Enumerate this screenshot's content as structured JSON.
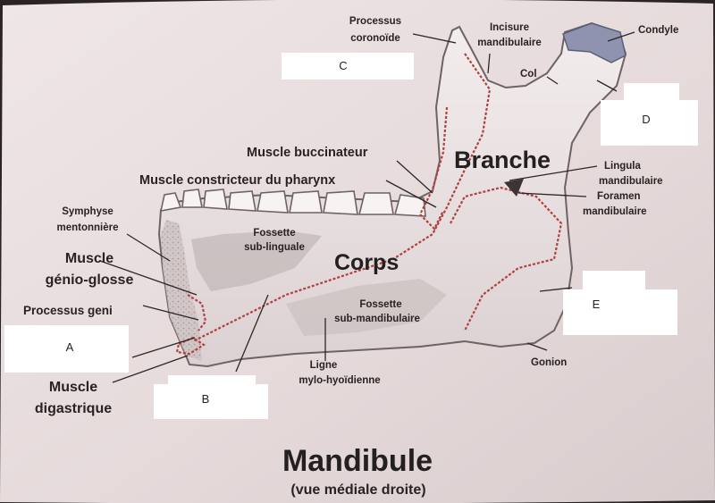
{
  "title": "Mandibule",
  "subtitle": "(vue médiale droite)",
  "labels": {
    "processus_l1": "Processus",
    "processus_l2": "coronoïde",
    "incisure_l1": "Incisure",
    "incisure_l2": "mandibulaire",
    "condyle": "Condyle",
    "col": "Col",
    "buccinateur": "Muscle buccinateur",
    "constricteur": "Muscle constricteur du pharynx",
    "branche": "Branche",
    "lingula_l1": "Lingula",
    "lingula_l2": "mandibulaire",
    "foramen_l1": "Foramen",
    "foramen_l2": "mandibulaire",
    "symphyse_l1": "Symphyse",
    "symphyse_l2": "mentonnière",
    "fossette_sub_l1": "Fossette",
    "fossette_sub_l2": "sub-linguale",
    "corps": "Corps",
    "genio_l1": "Muscle",
    "genio_l2": "génio-glosse",
    "processus_geni": "Processus geni",
    "fossette_mand_l1": "Fossette",
    "fossette_mand_l2": "sub-mandibulaire",
    "gonion": "Gonion",
    "ligne_l1": "Ligne",
    "ligne_l2": "mylo-hyoïdienne",
    "digastrique_l1": "Muscle",
    "digastrique_l2": "digastrique"
  },
  "boxes": {
    "a": "A",
    "b": "B",
    "c": "C",
    "d": "D",
    "e": "E"
  },
  "colors": {
    "insertion_line": "#b04040",
    "condyle_cartilage": "#8f93b0",
    "answer_box": "#ffffff"
  }
}
